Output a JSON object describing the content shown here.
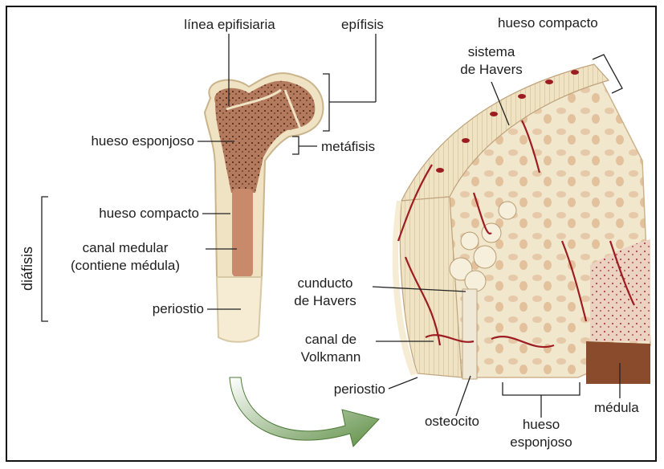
{
  "labels": {
    "linea_epifisiaria": "línea epifisiaria",
    "epifisis": "epífisis",
    "hueso_compacto_top": "hueso compacto",
    "sistema_havers_1": "sistema",
    "sistema_havers_2": "de Havers",
    "hueso_esponjoso_left": "hueso esponjoso",
    "metafisis": "metáfisis",
    "diafisis": "diáfisis",
    "hueso_compacto_left": "hueso compacto",
    "canal_medular_1": "canal medular",
    "canal_medular_2": "(contiene médula)",
    "periostio_left": "periostio",
    "cunducto_havers_1": "cunducto",
    "cunducto_havers_2": "de Havers",
    "canal_volkmann_1": "canal de",
    "canal_volkmann_2": "Volkmann",
    "periostio_right": "periostio",
    "osteocito": "osteocito",
    "hueso_esponjoso_bottom_1": "hueso",
    "hueso_esponjoso_bottom_2": "esponjoso",
    "medula": "médula"
  },
  "colors": {
    "bone_spongy": "#b47a5e",
    "bone_compact": "#efe3c3",
    "marrow": "#c98a6c",
    "periosteum": "#f5ecd3",
    "vessel": "#9c1c22",
    "medulla_dark": "#8a4a2c",
    "arrow_green": "#6f9a55"
  }
}
